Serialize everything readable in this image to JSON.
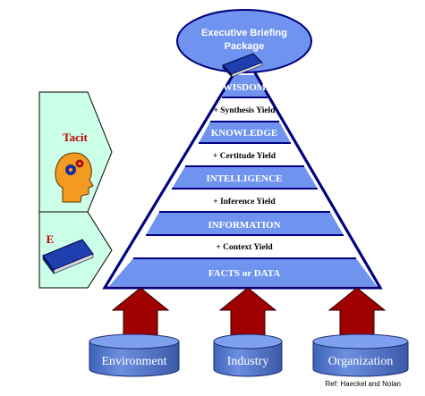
{
  "top": {
    "line1": "Executive Briefing",
    "line2": "Package"
  },
  "layers": [
    {
      "label": "WISDOM",
      "yield": "+ Synthesis Yield"
    },
    {
      "label": "KNOWLEDGE",
      "yield": "+ Certitude Yield"
    },
    {
      "label": "INTELLIGENCE",
      "yield": "+ Inference Yield"
    },
    {
      "label": "INFORMATION",
      "yield": "+ Context Yield"
    },
    {
      "label": "FACTS or DATA"
    }
  ],
  "side": {
    "tacit": "Tacit",
    "explicit_partial": "E"
  },
  "sources": [
    "Environment",
    "Industry",
    "Organization"
  ],
  "reference": "Ref: Haeckel and Nolan",
  "colors": {
    "band": "#6f93ee",
    "band_text": "#ffffff",
    "outline": "#000080",
    "ellipse": "#6f93ee",
    "side_panel": "#ccffe8",
    "tacit_text": "#c00000",
    "arrow": "#a00000",
    "cylinder": "#5577cc"
  }
}
